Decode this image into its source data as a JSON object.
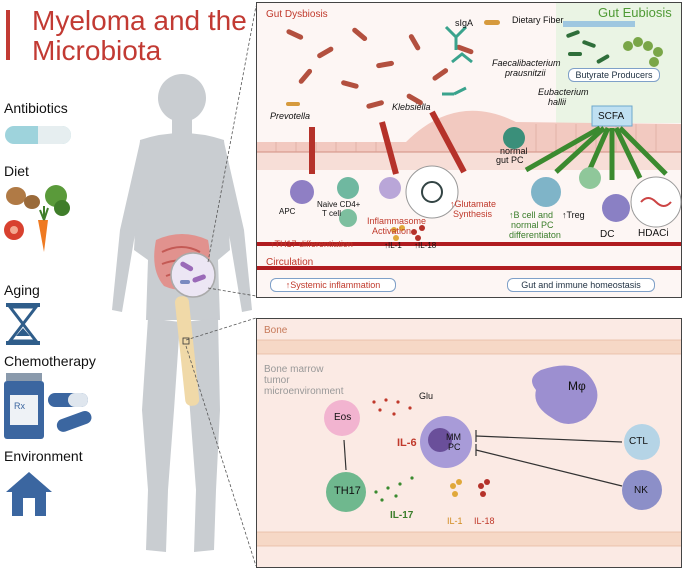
{
  "title_line1": "Myeloma and the",
  "title_line2": "Microbiota",
  "factors": [
    "Antibiotics",
    "Diet",
    "Aging",
    "Chemotherapy",
    "Environment"
  ],
  "gut": {
    "dysbiosis": "Gut Dysbiosis",
    "eubiosis": "Gut Eubiosis",
    "siga": "sIgA",
    "dietary_fiber": "Dietary Fiber",
    "faecali": "Faecalibacterium",
    "prausnitzii": "prausnitzii",
    "butyrate": "Butyrate Producers",
    "eubacterium": "Eubacterium",
    "hallii": "hallii",
    "scfa": "SCFA",
    "prevotella": "Prevotella",
    "klebsiella": "Klebsiella",
    "normal_gut_pc_1": "normal",
    "normal_gut_pc_2": "gut PC",
    "apc": "APC",
    "naive_1": "Naive CD4+",
    "naive_2": "T cell",
    "inflammasome_1": "Inflammasome",
    "inflammasome_2": "Activation",
    "glutamate_1": "↑Glutamate",
    "glutamate_2": "Synthesis",
    "bcell_1": "↑B cell and",
    "bcell_2": "normal PC",
    "bcell_3": "differentiaton",
    "treg": "↑Treg",
    "dc": "DC",
    "hdaci": "HDACi",
    "th17": "↑TH17 differentiation",
    "il1": "↑IL-1",
    "il18": "↑IL-18",
    "circulation": "Circulation",
    "systemic": "↑Systemic inflammation",
    "homeostasis": "Gut and immune homeostasis"
  },
  "bone": {
    "label": "Bone",
    "bmtm_1": "Bone marrow",
    "bmtm_2": "tumor",
    "bmtm_3": "microenvironment",
    "glu": "Glu",
    "mphi": "Mφ",
    "eos": "Eos",
    "il6": "IL-6",
    "mm_1": "MM",
    "mm_2": "PC",
    "ctl": "CTL",
    "nk": "NK",
    "th17": "TH17",
    "il17": "IL-17",
    "il1": "IL-1",
    "il18": "IL-18"
  },
  "colors": {
    "accent_red": "#c23a33",
    "eubiosis_green": "#4f9a35",
    "bone_bg": "#fbeae4",
    "gut_bg": "#fdf1ec",
    "circulation": "#b01c20"
  },
  "icons": [
    "pill-icon",
    "vegetables-icon",
    "hourglass-icon",
    "pill-bottle-icon",
    "house-icon",
    "human-body-icon",
    "bacteria-icon",
    "dna-icon"
  ]
}
